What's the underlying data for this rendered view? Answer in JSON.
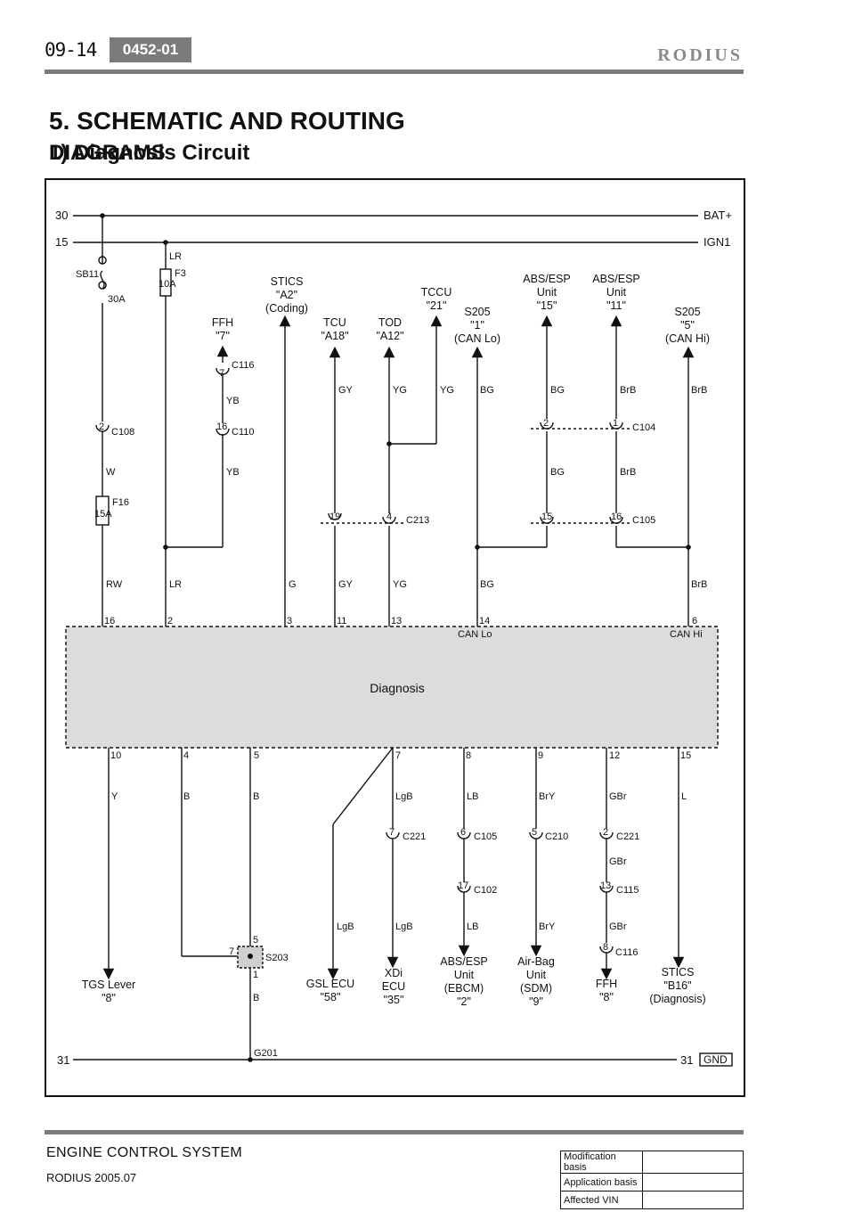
{
  "header": {
    "page_number": "09-14",
    "section_code": "0452-01",
    "brand": "RODIUS"
  },
  "titles": {
    "section": "5. SCHEMATIC AND ROUTING",
    "section_line2": "DIAGRAMS",
    "subsection": "1) Diagnosis Circuit"
  },
  "diagram": {
    "rails": {
      "bat_left": "30",
      "bat_right": "BAT+",
      "ign_left": "15",
      "ign_right": "IGN1",
      "gnd_left": "31",
      "gnd_right": "31",
      "gnd_tag": "GND"
    },
    "module": {
      "name": "Diagnosis",
      "can_lo": "CAN Lo",
      "can_hi": "CAN Hi",
      "top_pins": [
        "16",
        "2",
        "3",
        "11",
        "13",
        "14",
        "6"
      ],
      "bottom_pins": [
        "10",
        "4",
        "5",
        "7",
        "8",
        "9",
        "12",
        "15"
      ]
    },
    "fuses": {
      "sb11": "SB11",
      "sb11_rating": "30A",
      "f3": "F3",
      "f3_rating": "10A",
      "f16": "F16",
      "f16_rating": "15A"
    },
    "connectors": {
      "c108": "C108",
      "c108_pin": "2",
      "c116_top": "C116",
      "c116_top_pin": "7",
      "c110": "C110",
      "c110_pin": "16",
      "c104": "C104",
      "c104_pin_a": "2",
      "c104_pin_b": "1",
      "c213": "C213",
      "c213_pin_a": "19",
      "c213_pin_b": "4",
      "c105": "C105",
      "c105_pin_a": "15",
      "c105_pin_b": "16",
      "c221_a": "C221",
      "c221_a_pin": "7",
      "c105_b": "C105",
      "c105_b_pin": "6",
      "c210": "C210",
      "c210_pin": "5",
      "c221_b": "C221",
      "c221_b_pin": "2",
      "c102": "C102",
      "c102_pin": "17",
      "c115": "C115",
      "c115_pin": "13",
      "c116_bot": "C116",
      "c116_bot_pin": "8",
      "s203": "S203",
      "s203_pin_top": "5",
      "s203_pin_left": "7",
      "s203_pin_bot": "1",
      "g201": "G201"
    },
    "top_destinations": {
      "ffh": [
        "FFH",
        "\"7\""
      ],
      "stics": [
        "STICS",
        "\"A2\"",
        "(Coding)"
      ],
      "tcu": [
        "TCU",
        "\"A18\""
      ],
      "tod": [
        "TOD",
        "\"A12\""
      ],
      "tccu": [
        "TCCU",
        "\"21\""
      ],
      "s205_lo": [
        "S205",
        "\"1\"",
        "(CAN Lo)"
      ],
      "abs15": [
        "ABS/ESP",
        "Unit",
        "\"15\""
      ],
      "abs11": [
        "ABS/ESP",
        "Unit",
        "\"11\""
      ],
      "s205_hi": [
        "S205",
        "\"5\"",
        "(CAN Hi)"
      ]
    },
    "bottom_destinations": {
      "tgs": [
        "TGS Lever",
        "\"8\""
      ],
      "gsl": [
        "GSL ECU",
        "\"58\""
      ],
      "xdi": [
        "XDi",
        "ECU",
        "\"35\""
      ],
      "abs": [
        "ABS/ESP",
        "Unit",
        "(EBCM)",
        "\"2\""
      ],
      "airbag": [
        "Air-Bag",
        "Unit",
        "(SDM)",
        "\"9\""
      ],
      "ffh": [
        "FFH",
        "\"8\""
      ],
      "stics": [
        "STICS",
        "\"B16\"",
        "(Diagnosis)"
      ]
    },
    "wire_colors": {
      "lr_top": "LR",
      "yb_1": "YB",
      "yb_2": "YB",
      "w": "W",
      "rw": "RW",
      "lr_low": "LR",
      "g": "G",
      "gy_1": "GY",
      "gy_2": "GY",
      "yg_1": "YG",
      "yg_2": "YG",
      "yg_3": "YG",
      "bg_1": "BG",
      "bg_2": "BG",
      "bg_3": "BG",
      "bg_4": "BG",
      "brb_1": "BrB",
      "brb_2": "BrB",
      "brb_3": "BrB",
      "brb_4": "BrB",
      "y": "Y",
      "b_1": "B",
      "b_2": "B",
      "b_3": "B",
      "lgb_1": "LgB",
      "lgb_2": "LgB",
      "lgb_3": "LgB",
      "lb_1": "LB",
      "lb_2": "LB",
      "bry_1": "BrY",
      "bry_2": "BrY",
      "gbr_1": "GBr",
      "gbr_2": "GBr",
      "gbr_3": "GBr",
      "l": "L"
    }
  },
  "footer": {
    "title": "ENGINE CONTROL SYSTEM",
    "model": "RODIUS 2005.07",
    "basis_labels": [
      "Modification basis",
      "Application basis",
      "Affected VIN"
    ],
    "basis_values": [
      "",
      "",
      ""
    ]
  },
  "colors": {
    "header_gray": "#7b7b7b",
    "module_fill": "#dcdcdc",
    "ink": "#111111"
  }
}
